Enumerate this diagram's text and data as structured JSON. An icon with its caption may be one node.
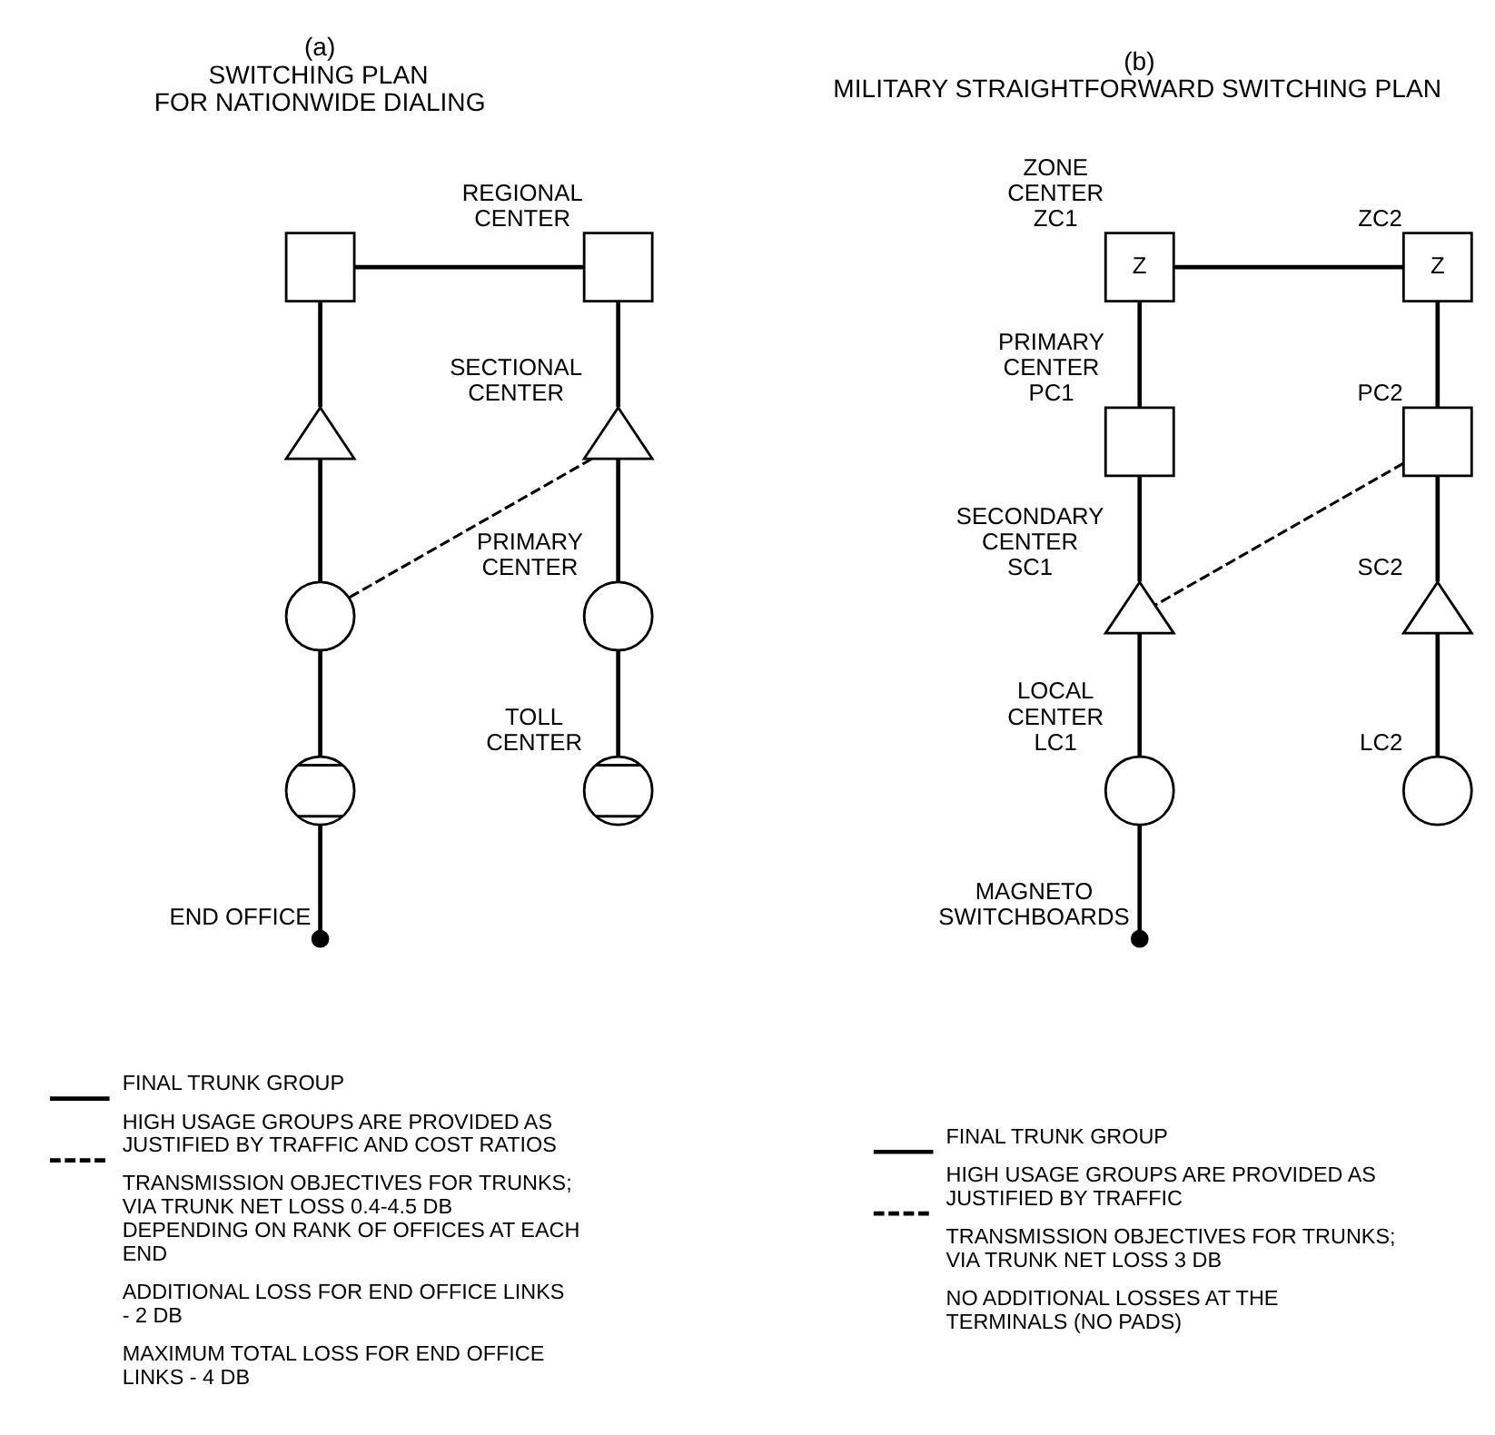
{
  "diagram": {
    "nodes": [
      {
        "text": [],
        "shape": "box"
      },
      {
        "text": [],
        "shape": "box",
        "beside": [
          "REGIONAL CENTER"
        ]
      },
      {
        "text": [],
        "shape": "triangle"
      },
      {
        "text": [],
        "shape": "triangle",
        "beside": [
          "SECTIONAL CENTER"
        ]
      },
      {
        "text": [],
        "shape": "circle"
      },
      {
        "text": [],
        "shape": "circle",
        "beside": [
          "PRIMARY CENTER"
        ]
      },
      {
        "text": [],
        "shape": "circle"
      },
      {
        "text": [],
        "shape": "circle",
        "beside": [
          "TOLL CENTER"
        ]
      },
      {
        "text": [],
        "shape": "dot",
        "beside": [
          "END OFFICE"
        ]
      },
      {
        "text": [
          "Z"
        ],
        "beside": [
          "ZONE CENTER",
          "ZC1"
        ]
      },
      {
        "text": [
          "Z"
        ],
        "beside": [
          "ZC2"
        ]
      },
      {
        "text": [],
        "shape": "box",
        "beside": [
          "PRIMARY CENTER",
          "PC1"
        ]
      },
      {
        "text": [],
        "shape": "box",
        "beside": [
          "PC2"
        ]
      },
      {
        "text": [],
        "shape": "triangle",
        "beside": [
          "SECONDARY CENTER",
          "SC1"
        ]
      },
      {
        "text": [],
        "shape": "triangle",
        "beside": [
          "SC2"
        ]
      },
      {
        "text": [],
        "shape": "circle",
        "beside": [
          "LOCAL CENTER",
          "LC1"
        ]
      },
      {
        "text": [],
        "shape": "circle",
        "beside": [
          "LC2"
        ]
      },
      {
        "text": [],
        "shape": "dot",
        "beside": [
          "MAGNETO SWITCHBOARDS"
        ]
      }
    ],
    "edges": [
      {
        "from": 0,
        "to": 1,
        "arrow": "none"
      },
      {
        "from": 0,
        "to": 2,
        "arrow": "none"
      },
      {
        "from": 1,
        "to": 3,
        "arrow": "none"
      },
      {
        "from": 2,
        "to": 4,
        "arrow": "none"
      },
      {
        "from": 3,
        "to": 4,
        "arrow": "none",
        "style": "dashed"
      },
      {
        "from": 3,
        "to": 5,
        "arrow": "none"
      },
      {
        "from": 4,
        "to": 6,
        "arrow": "none"
      },
      {
        "from": 5,
        "to": 7,
        "arrow": "none"
      },
      {
        "from": 6,
        "to": 8,
        "arrow": "none"
      },
      {
        "from": 9,
        "to": 10,
        "arrow": "none"
      },
      {
        "from": 9,
        "to": 11,
        "arrow": "none"
      },
      {
        "from": 10,
        "to": 12,
        "arrow": "none"
      },
      {
        "from": 11,
        "to": 13,
        "arrow": "none"
      },
      {
        "from": 12,
        "to": 13,
        "arrow": "none",
        "style": "dashed"
      },
      {
        "from": 12,
        "to": 14,
        "arrow": "none"
      },
      {
        "from": 13,
        "to": 15,
        "arrow": "none"
      },
      {
        "from": 14,
        "to": 16,
        "arrow": "none"
      },
      {
        "from": 15,
        "to": 17,
        "arrow": "none"
      }
    ],
    "labels": [
      "(a)",
      "SWITCHING PLAN",
      "FOR NATIONWIDE DIALING",
      "(b)",
      "MILITARY STRAIGHTFORWARD SWITCHING PLAN",
      "TRANSMISSION OBJECTIVES FOR TRUNKS; VIA TRUNK NET LOSS 0.4-4.5 DB DEPENDING ON RANK OF OFFICES AT EACH END",
      "ADDITIONAL LOSS FOR END OFFICE LINKS - 2 DB",
      "MAXIMUM TOTAL LOSS FOR END OFFICE LINKS - 4 DB",
      "TRANSMISSION OBJECTIVES FOR TRUNKS; VIA TRUNK NET LOSS 3 DB",
      "NO ADDITIONAL LOSSES AT THE TERMINALS (NO PADS)"
    ],
    "legend": [
      {
        "text": "FINAL TRUNK GROUP"
      },
      {
        "text": "HIGH USAGE GROUPS ARE PROVIDED AS JUSTIFIED BY TRAFFIC AND COST RATIOS"
      },
      {
        "text": "FINAL TRUNK GROUP"
      },
      {
        "text": "HIGH USAGE GROUPS ARE PROVIDED AS JUSTIFIED BY TRAFFIC"
      }
    ]
  }
}
